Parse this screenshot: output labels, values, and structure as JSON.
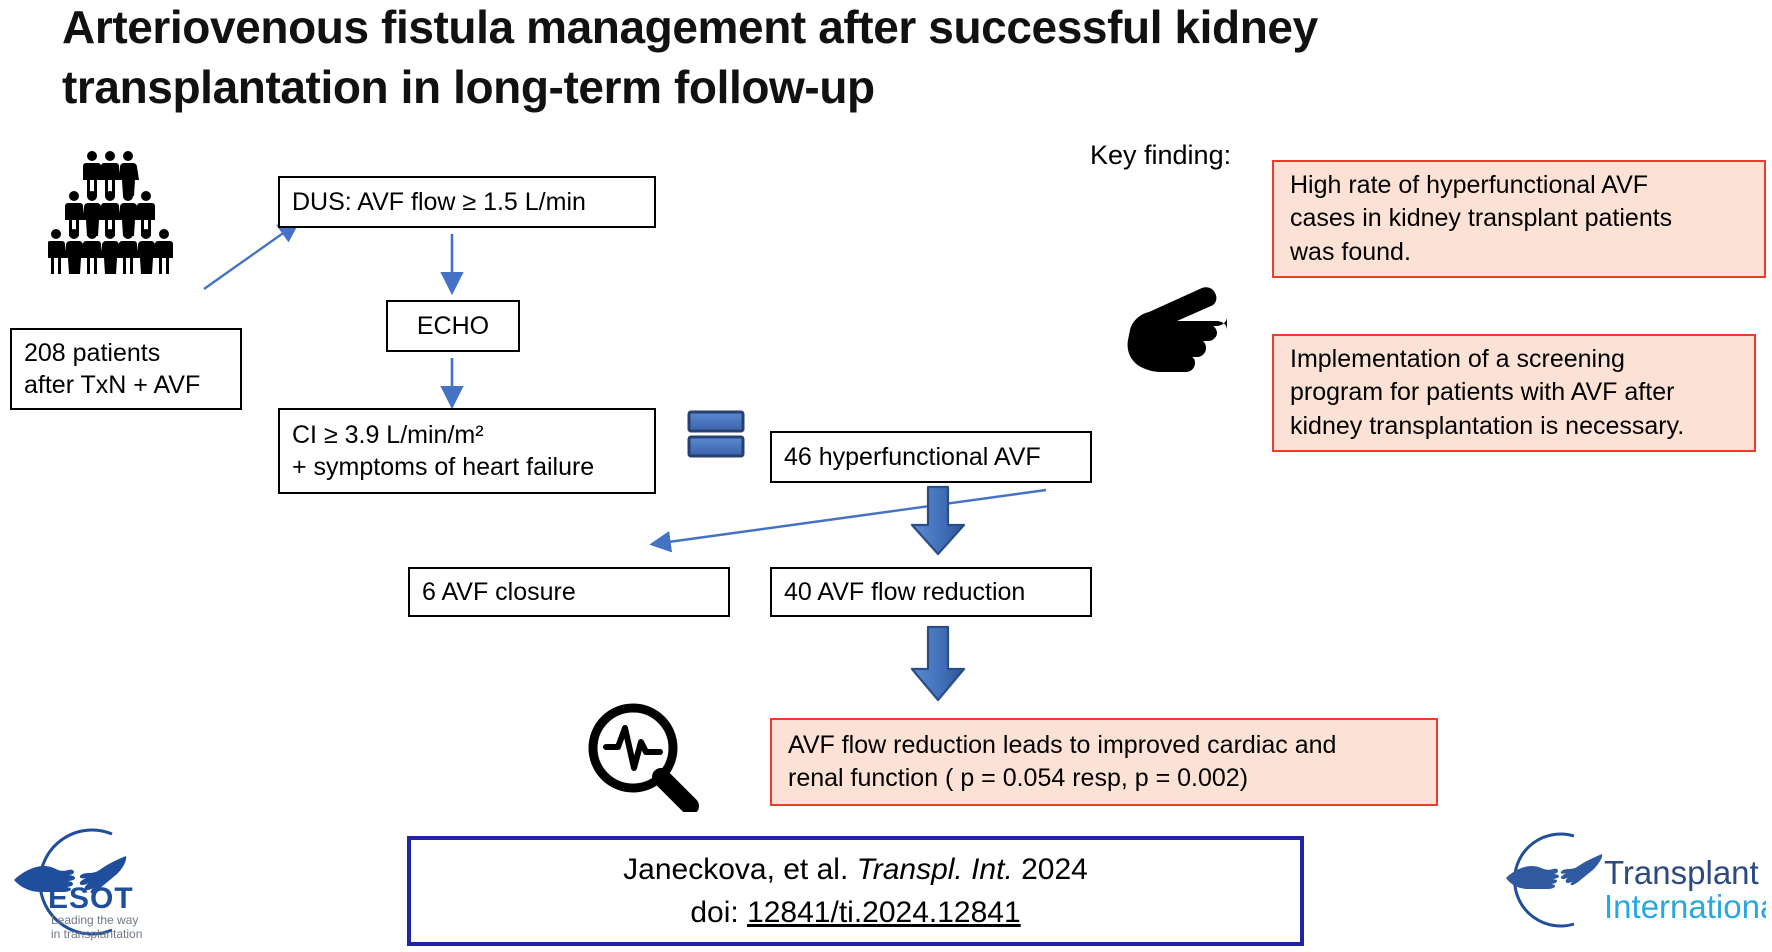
{
  "title": "Arteriovenous fistula management after successful kidney\ntransplantation in long-term follow-up",
  "flow": {
    "patients_box": "208 patients\nafter TxN + AVF",
    "dus_box": "DUS: AVF flow ≥ 1.5 L/min",
    "echo_box": "ECHO",
    "ci_box": "CI ≥ 3.9 L/min/m²\n+  symptoms of heart failure",
    "hyperfunctional_box": "46 hyperfunctional AVF",
    "closure_box": "6 AVF closure",
    "reduction_box": "40 AVF flow reduction",
    "outcome_box": "AVF flow reduction leads to improved cardiac and\nrenal function ( p = 0.054 resp, p = 0.002)"
  },
  "key_finding": {
    "label": "Key finding:",
    "items": [
      "High rate of hyperfunctional AVF\ncases in kidney transplant patients\nwas found.",
      "Implementation of a screening\nprogram for patients with  AVF after\nkidney transplantation is necessary."
    ]
  },
  "citation": {
    "authors": "Janeckova, et al. ",
    "journal": "Transpl. Int.",
    "year": " 2024",
    "doi_label": "doi: ",
    "doi_value": "12841/ti.2024.12841"
  },
  "logos": {
    "esot": {
      "name": "ESOT",
      "tagline": "Leading the way\nin transplantation"
    },
    "transplant_international": {
      "line1": "Transplant",
      "line2": "International"
    }
  },
  "colors": {
    "arrow_blue": "#4472c4",
    "arrow_blue_dark": "#2e5496",
    "box_border_black": "#000000",
    "key_box_border": "#ee3b2b",
    "key_box_fill": "#fbe2d4",
    "citation_border": "#2323a6",
    "esot_blue": "#1f4e9c",
    "ti_light_blue": "#29a8df"
  },
  "counts": {
    "total_patients": 208,
    "hyperfunctional_avf": 46,
    "avf_closure": 6,
    "avf_flow_reduction": 40,
    "p_cardiac": 0.054,
    "p_renal": 0.002,
    "pyramid_rows": [
      3,
      5,
      7
    ]
  }
}
